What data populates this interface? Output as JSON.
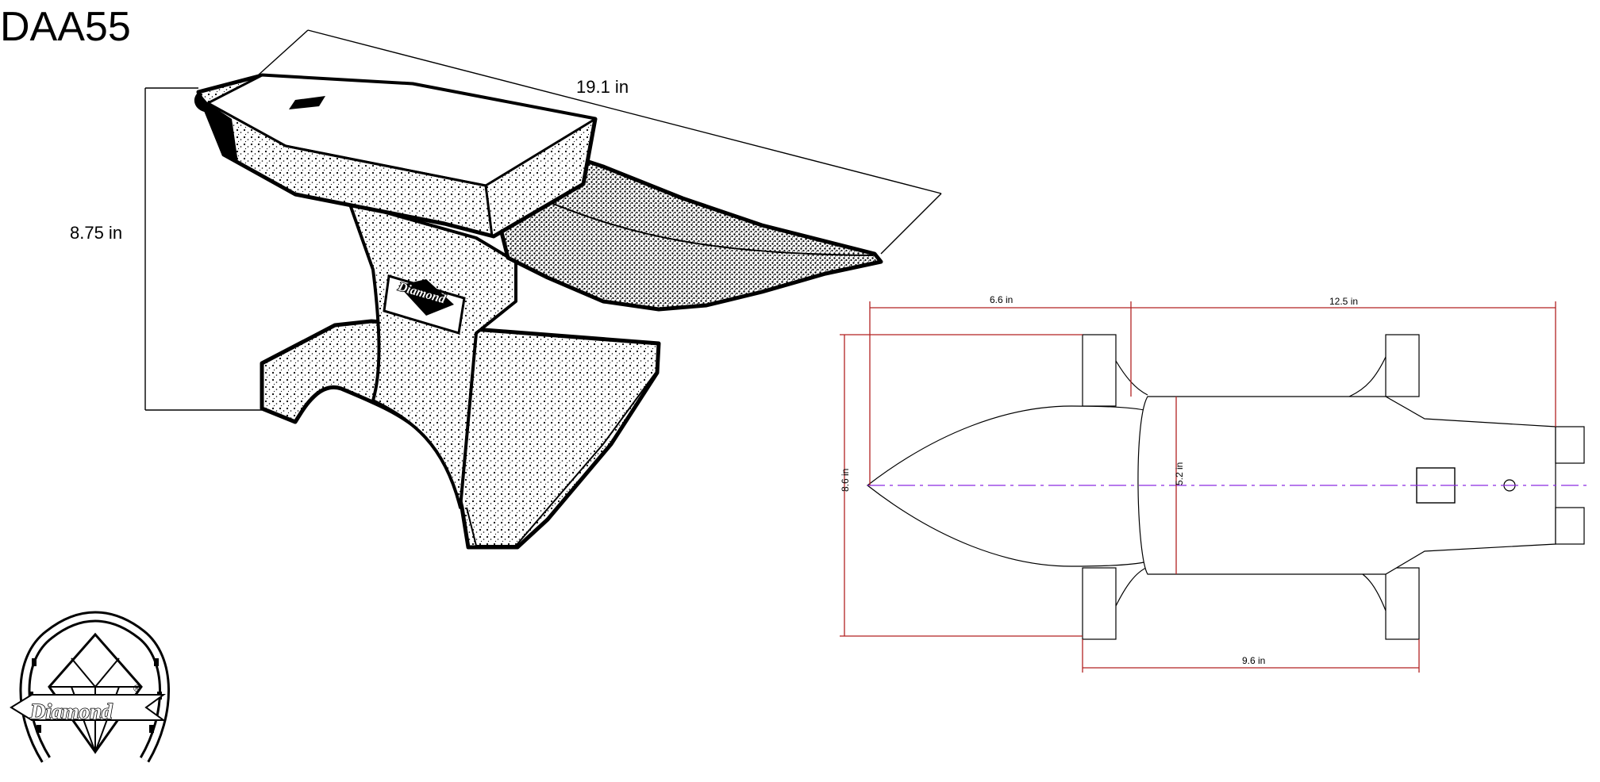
{
  "title": "DAA55",
  "iso_view": {
    "length_label": "19.1 in",
    "height_label": "8.75 in",
    "badge_text": "Diamond"
  },
  "plan_view": {
    "horn_length_label": "6.6 in",
    "body_length_label": "12.5 in",
    "overall_width_label": "8.6 in",
    "face_width_label": "5.2 in",
    "foot_span_label": "9.6 in"
  },
  "logo": {
    "brand_text": "Diamond",
    "registered_mark": "®"
  },
  "colors": {
    "line": "#000000",
    "dimension": "#b22222",
    "centerline": "#8a2be2"
  }
}
